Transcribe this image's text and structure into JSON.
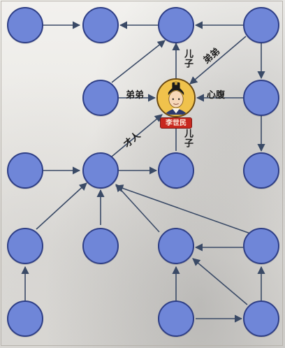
{
  "center": {
    "name": "李世民"
  },
  "labels": {
    "son_above": "儿子",
    "younger_brother_right": "弟弟",
    "younger_brother_left": "弟弟",
    "confidant": "心腹",
    "talent": "才人",
    "son_below": "儿子"
  },
  "colors": {
    "node_fill": "#6f86d8",
    "node_border": "#2f3f86",
    "center_fill": "#f0c24c",
    "badge_red": "#c8281f",
    "arrow": "#3a4a66"
  }
}
